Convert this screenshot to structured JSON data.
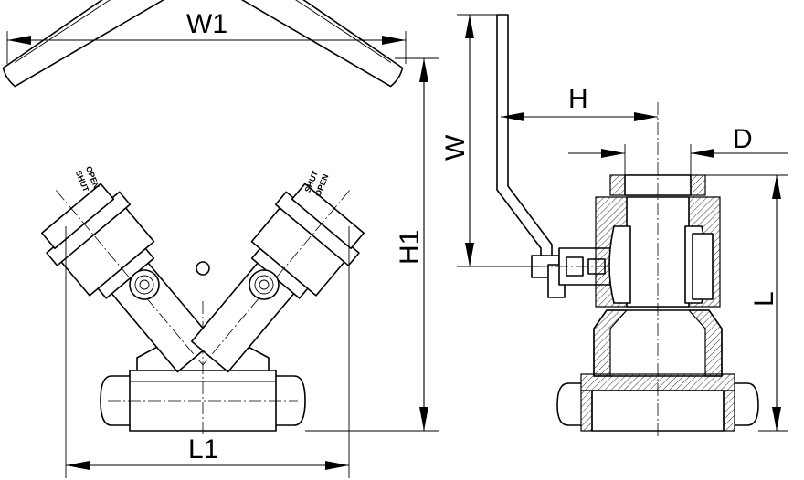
{
  "dimensions": {
    "w1": "W1",
    "h1": "H1",
    "l1": "L1",
    "h": "H",
    "d": "D",
    "w": "W",
    "l": "L"
  },
  "handle_markings": {
    "left_open": "OPEN",
    "left_shut": "SHUT",
    "right_shut": "SHUT",
    "right_open": "OPEN"
  }
}
